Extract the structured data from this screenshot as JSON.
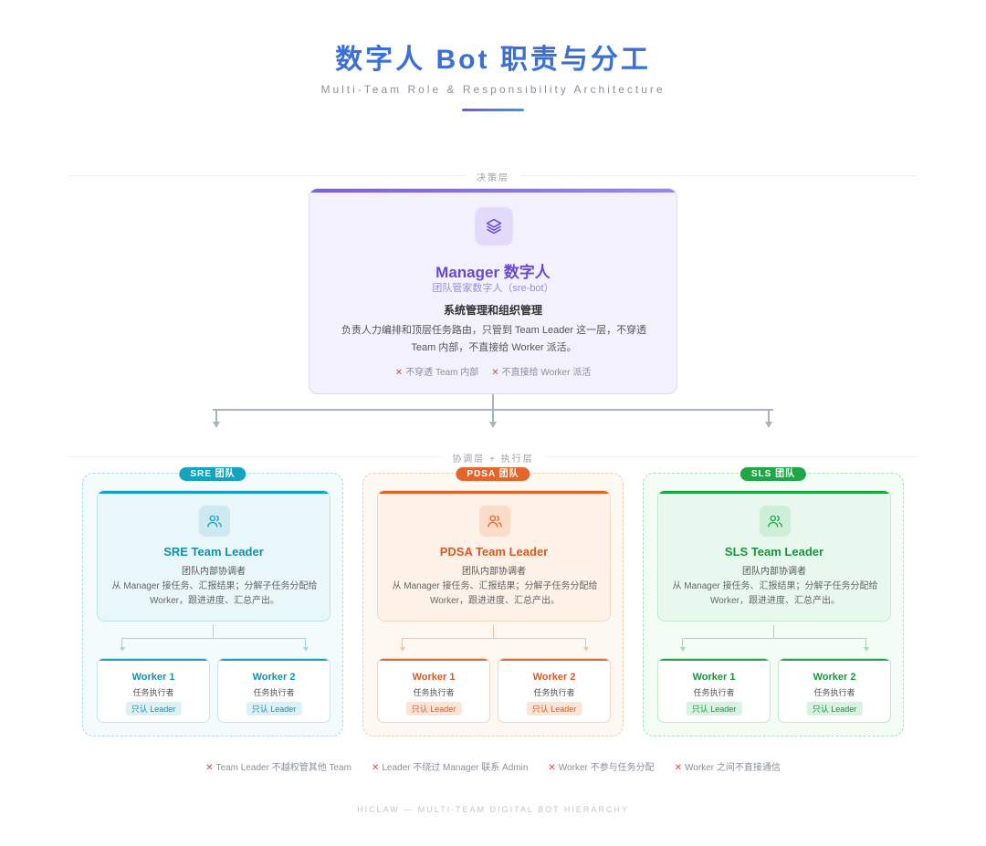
{
  "header": {
    "title": "数字人 Bot 职责与分工",
    "subtitle": "Multi-Team Role & Responsibility Architecture"
  },
  "layers": {
    "decision": "决策层",
    "coordination": "协调层 + 执行层"
  },
  "manager": {
    "icon": "layers-icon",
    "title": "Manager 数字人",
    "subtitle": "团队管家数字人（sre-bot）",
    "duty": "系统管理和组织管理",
    "description": "负责人力编排和顶层任务路由，只管到 Team Leader 这一层，不穿透 Team 内部，不直接给 Worker 派活。",
    "rules": [
      "不穿透 Team 内部",
      "不直接给 Worker 派活"
    ]
  },
  "teams": [
    {
      "badge": "SRE 团队",
      "color": "#16a3bf",
      "leader": {
        "icon": "users-icon",
        "title": "SRE Team Leader",
        "subtitle": "团队内部协调者",
        "description": "从 Manager 接任务、汇报结果；分解子任务分配给 Worker，跟进进度、汇总产出。"
      },
      "workers": [
        {
          "title": "Worker 1",
          "subtitle": "任务执行者",
          "tag": "只认 Leader"
        },
        {
          "title": "Worker 2",
          "subtitle": "任务执行者",
          "tag": "只认 Leader"
        }
      ]
    },
    {
      "badge": "PDSA 团队",
      "color": "#e2662c",
      "leader": {
        "icon": "users-icon",
        "title": "PDSA Team Leader",
        "subtitle": "团队内部协调者",
        "description": "从 Manager 接任务、汇报结果；分解子任务分配给 Worker，跟进进度、汇总产出。"
      },
      "workers": [
        {
          "title": "Worker 1",
          "subtitle": "任务执行者",
          "tag": "只认 Leader"
        },
        {
          "title": "Worker 2",
          "subtitle": "任务执行者",
          "tag": "只认 Leader"
        }
      ]
    },
    {
      "badge": "SLS 团队",
      "color": "#1fa645",
      "leader": {
        "icon": "users-icon",
        "title": "SLS Team Leader",
        "subtitle": "团队内部协调者",
        "description": "从 Manager 接任务、汇报结果；分解子任务分配给 Worker，跟进进度、汇总产出。"
      },
      "workers": [
        {
          "title": "Worker 1",
          "subtitle": "任务执行者",
          "tag": "只认 Leader"
        },
        {
          "title": "Worker 2",
          "subtitle": "任务执行者",
          "tag": "只认 Leader"
        }
      ]
    }
  ],
  "global_rules": [
    "Team Leader 不越权管其他 Team",
    "Leader 不绕过 Manager 联系 Admin",
    "Worker 不参与任务分配",
    "Worker 之间不直接通信"
  ],
  "footer": "HICLAW — MULTI-TEAM DIGITAL BOT HIERARCHY"
}
